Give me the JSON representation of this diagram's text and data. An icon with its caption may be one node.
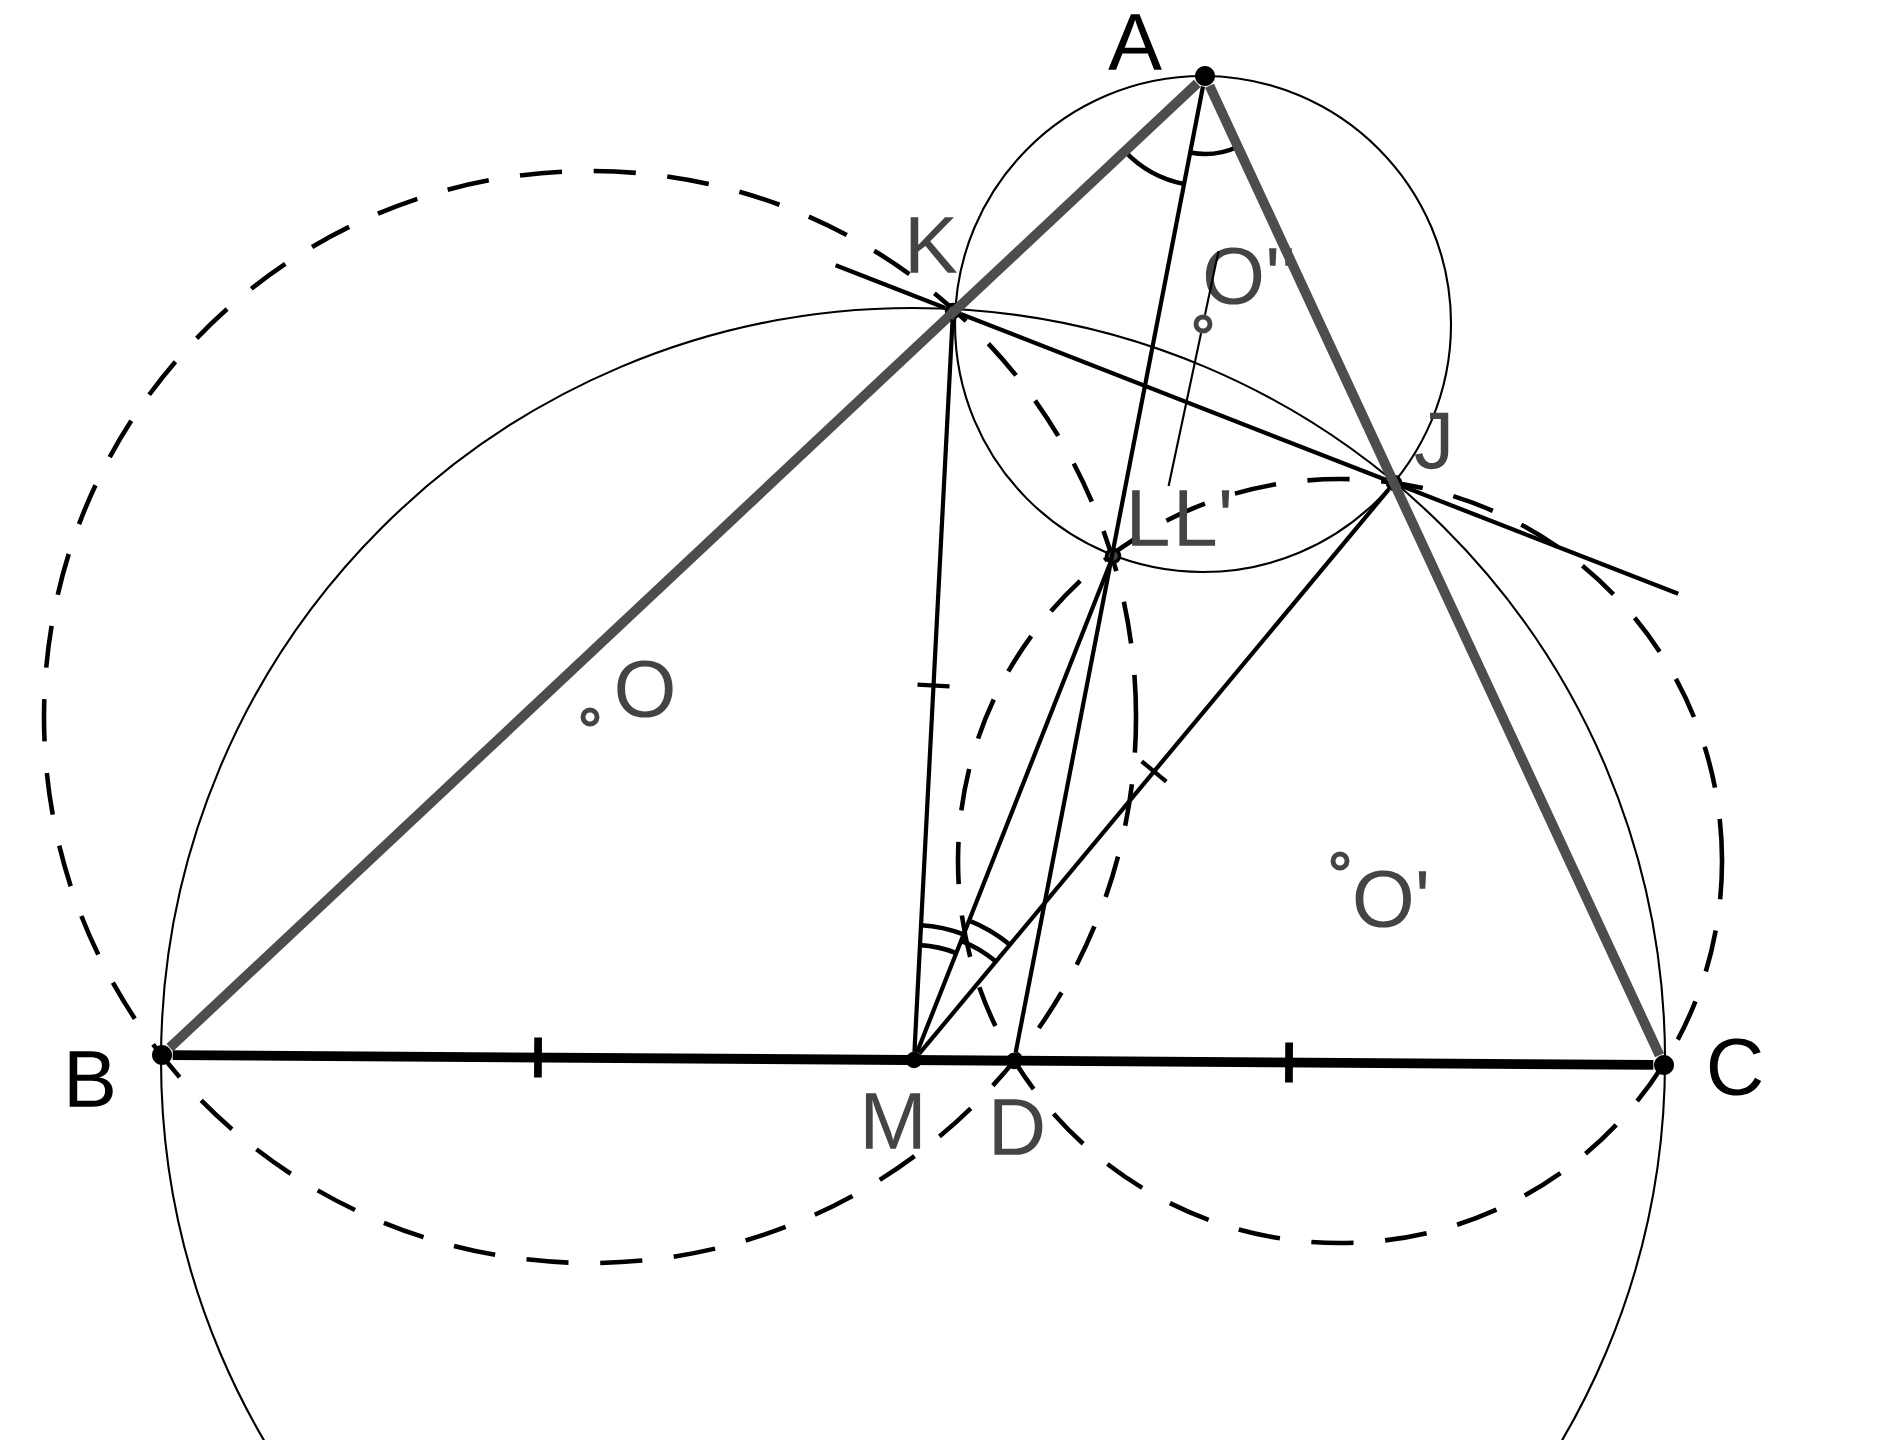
{
  "diagram": {
    "nodes": [
      {
        "text": [
          "A"
        ]
      },
      {
        "text": [
          "B"
        ]
      },
      {
        "text": [
          "C"
        ]
      },
      {
        "text": [
          "K"
        ]
      },
      {
        "text": [
          "J"
        ]
      },
      {
        "text": [
          "L"
        ]
      },
      {
        "text": [
          "L'"
        ]
      },
      {
        "text": [
          "M"
        ]
      },
      {
        "text": [
          "D"
        ]
      },
      {
        "text": [
          "O"
        ]
      },
      {
        "text": [
          "O'"
        ]
      },
      {
        "text": [
          "O''"
        ]
      }
    ],
    "edges": [
      {
        "from": 0,
        "to": 1,
        "arrow": "none",
        "style": "thick",
        "color": "#4d4d4d"
      },
      {
        "from": 0,
        "to": 2,
        "arrow": "none",
        "style": "thick",
        "color": "#4d4d4d"
      },
      {
        "from": 1,
        "to": 2,
        "arrow": "none",
        "style": "thick"
      },
      {
        "from": 3,
        "to": 4,
        "arrow": "none"
      },
      {
        "from": 3,
        "to": 7,
        "arrow": "none"
      },
      {
        "from": 0,
        "to": 8,
        "arrow": "none"
      },
      {
        "from": 7,
        "to": 5,
        "arrow": "none"
      },
      {
        "from": 7,
        "to": 4,
        "arrow": "none"
      },
      {
        "from": 11,
        "to": 6,
        "arrow": "none"
      },
      {
        "from": 3,
        "to": null,
        "arrow": "none"
      },
      {
        "from": 4,
        "to": null,
        "arrow": "none"
      },
      {
        "from": 11,
        "to": null,
        "arrow": "none"
      }
    ]
  }
}
